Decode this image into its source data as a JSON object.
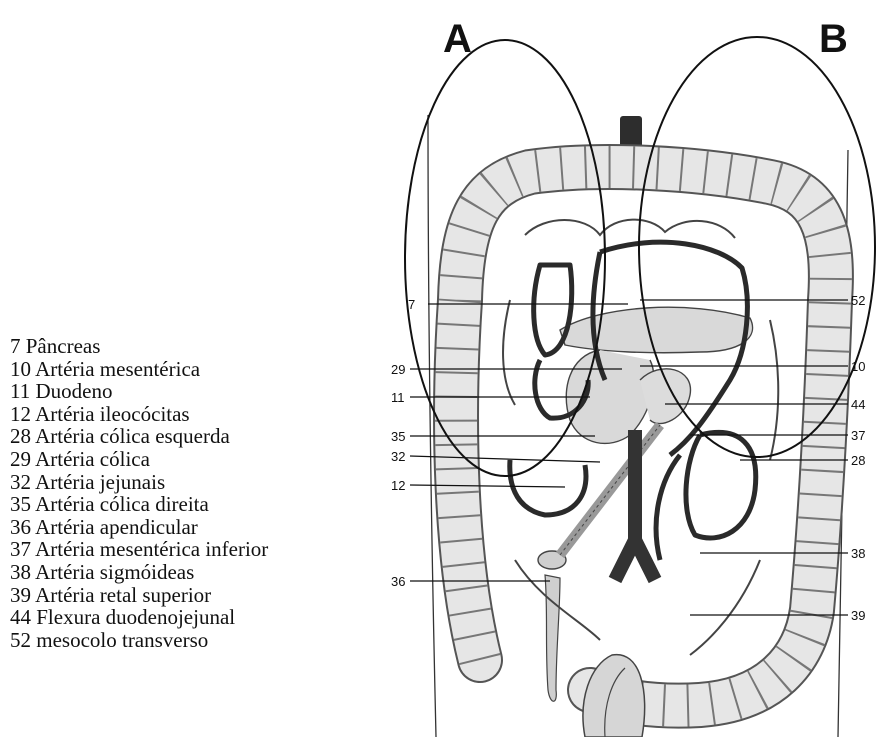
{
  "region_labels": [
    "A",
    "B"
  ],
  "legend": [
    {
      "num": "7",
      "text": "Pâncreas"
    },
    {
      "num": "10",
      "text": "Artéria mesentérica"
    },
    {
      "num": "11",
      "text": "Duodeno"
    },
    {
      "num": "12",
      "text": "Artéria ileocócitas"
    },
    {
      "num": "28",
      "text": "Artéria cólica esquerda"
    },
    {
      "num": "29",
      "text": "Artéria cólica"
    },
    {
      "num": "32",
      "text": "Artéria jejunais"
    },
    {
      "num": "35",
      "text": "Artéria cólica direita"
    },
    {
      "num": "36",
      "text": "Artéria apendicular"
    },
    {
      "num": "37",
      "text": "Artéria mesentérica inferior"
    },
    {
      "num": "38",
      "text": "Artéria sigmóideas"
    },
    {
      "num": "39",
      "text": "Artéria retal superior"
    },
    {
      "num": "44",
      "text": "Flexura duodenojejunal"
    },
    {
      "num": "52",
      "text": "mesocolo transverso"
    }
  ],
  "callouts": {
    "left": [
      "7",
      "29",
      "11",
      "35",
      "32",
      "12",
      "36"
    ],
    "right": [
      "52",
      "10",
      "44",
      "37",
      "28",
      "38",
      "39"
    ]
  },
  "colors": {
    "ink": "#111111",
    "vessel": "#2a2a2a",
    "colon_fill": "#e6e6e6",
    "colon_stroke": "#555555"
  }
}
